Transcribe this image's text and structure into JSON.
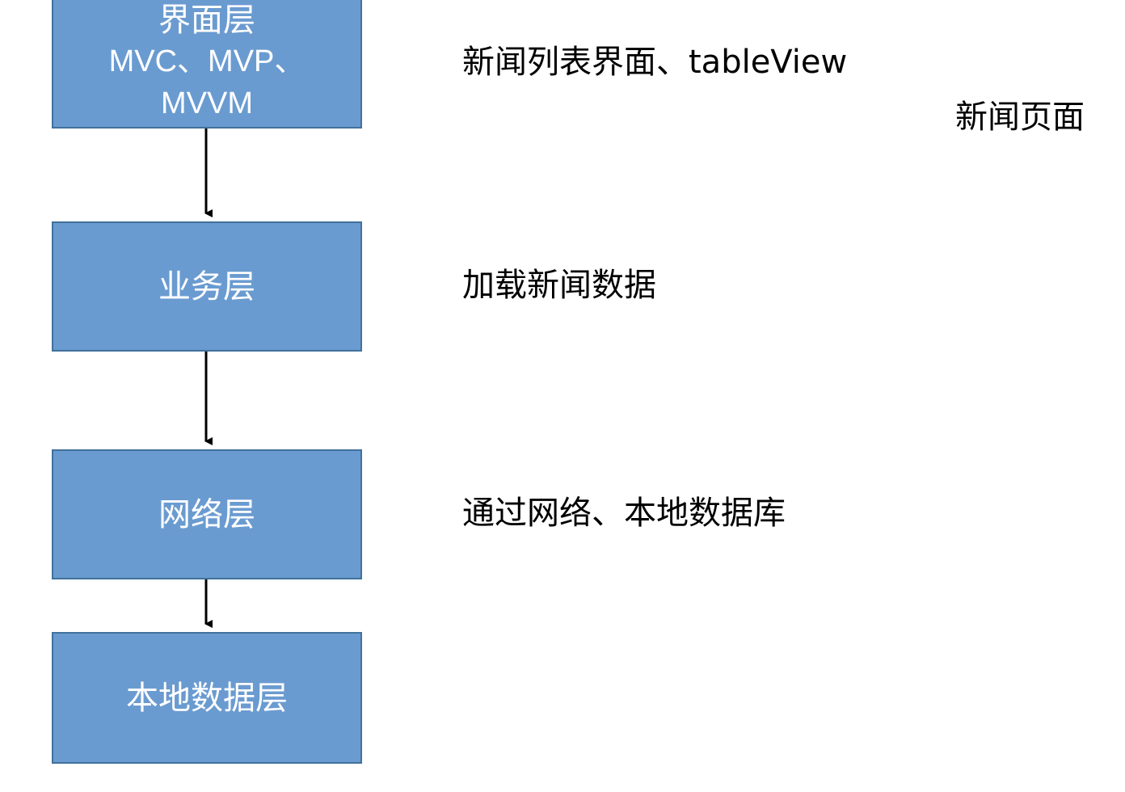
{
  "layers": {
    "ui": {
      "title": "界面层",
      "subtitle_line1": "MVC、MVP、",
      "subtitle_line2": "MVVM"
    },
    "business": {
      "title": "业务层"
    },
    "network": {
      "title": "网络层"
    },
    "local_data": {
      "title": "本地数据层"
    }
  },
  "notes": {
    "ui": "新闻列表界面、tableView",
    "page": "新闻页面",
    "business": "加载新闻数据",
    "network": "通过网络、本地数据库"
  },
  "colors": {
    "box_fill": "#6a9bd0",
    "box_border": "#41719c",
    "box_text": "#ffffff",
    "arrow": "#000000"
  }
}
